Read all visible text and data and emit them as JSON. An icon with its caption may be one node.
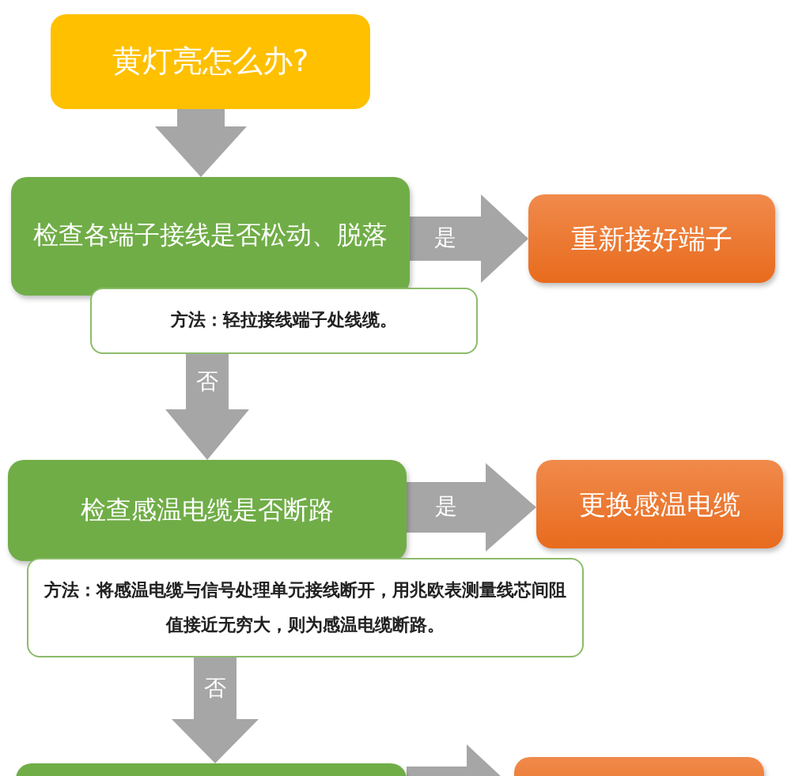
{
  "diagram": {
    "nodes": [
      {
        "text": [
          "黄灯亮怎么办?"
        ]
      },
      {
        "text": [
          "检查各端子接线是否松动、脱落"
        ]
      },
      {
        "text": [
          "重新接好端子"
        ]
      },
      {
        "text": [
          "方法：轻拉接线端子处线缆。"
        ]
      },
      {
        "text": [
          "检查感温电缆是否断路"
        ]
      },
      {
        "text": [
          "更换感温电缆"
        ]
      },
      {
        "text": [
          "方法：将感温电缆与信号处理单元接线断开，用兆欧表测量线芯间阻值接近无穷大，则为感温电缆断路。"
        ]
      },
      {
        "text": [],
        "shape": "box"
      },
      {
        "text": [],
        "shape": "box"
      }
    ],
    "edges": [
      {
        "from": 0,
        "to": 1,
        "arrow": "to"
      },
      {
        "from": 1,
        "to": 2,
        "arrow": "to",
        "label": "是"
      },
      {
        "from": 3,
        "to": 4,
        "arrow": "to",
        "label": "否"
      },
      {
        "from": 4,
        "to": 5,
        "arrow": "to",
        "label": "是"
      },
      {
        "from": 6,
        "to": 7,
        "arrow": "to",
        "label": "否"
      },
      {
        "from": 7,
        "to": 8,
        "arrow": "to"
      }
    ]
  }
}
